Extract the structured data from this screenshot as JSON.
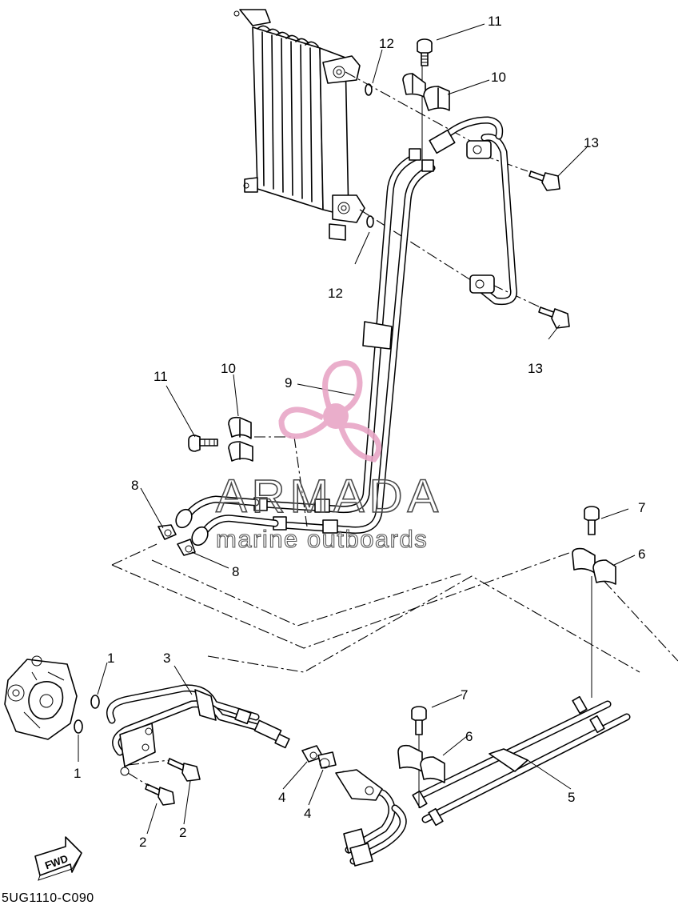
{
  "diagram": {
    "code": "5UG1110-C090",
    "fwd_label": "FWD",
    "callouts": {
      "c1a": "1",
      "c1b": "1",
      "c2a": "2",
      "c2b": "2",
      "c3": "3",
      "c4a": "4",
      "c4b": "4",
      "c5": "5",
      "c6a": "6",
      "c6b": "6",
      "c7a": "7",
      "c7b": "7",
      "c8a": "8",
      "c8b": "8",
      "c9": "9",
      "c10a": "10",
      "c10b": "10",
      "c11a": "11",
      "c11b": "11",
      "c12a": "12",
      "c12b": "12",
      "c13a": "13",
      "c13b": "13"
    }
  },
  "watermark": {
    "brand": "ARMADA",
    "tagline": "marine outboards",
    "color": "#e8a6c6"
  }
}
